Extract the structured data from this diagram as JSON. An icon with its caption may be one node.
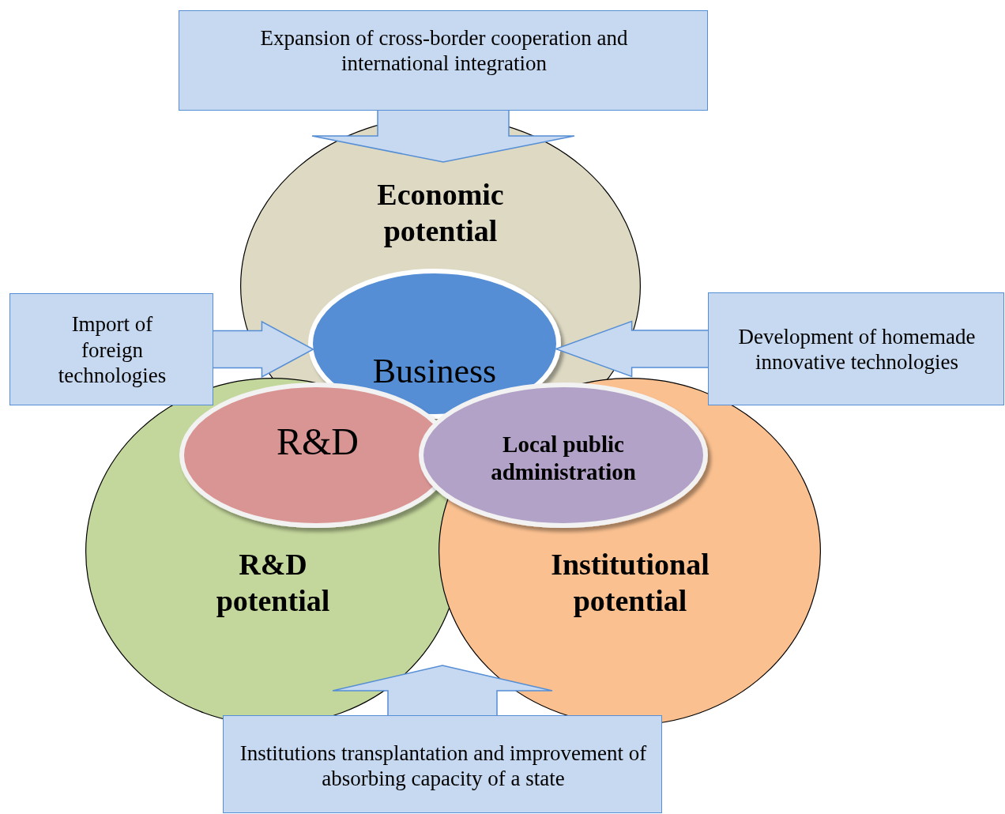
{
  "diagram": {
    "nodes": [
      {
        "text": [
          "Expansion of cross-border cooperation and international integration"
        ]
      },
      {
        "text": [
          "Economic potential"
        ]
      },
      {
        "text": [
          "Business"
        ],
        "in": 1
      },
      {
        "text": [
          "Import of foreign technologies"
        ]
      },
      {
        "text": [
          "Development of homemade innovative technologies"
        ]
      },
      {
        "text": [
          "R&D potential"
        ]
      },
      {
        "text": [
          "R&D"
        ],
        "in": 5
      },
      {
        "text": [
          "Local public administration"
        ]
      },
      {
        "text": [
          "Institutional potential"
        ]
      },
      {
        "text": [
          "Institutions transplantation and improvement of absorbing capacity of a state"
        ]
      }
    ],
    "edges": [
      {
        "from": 0,
        "to": 1,
        "arrow": "to"
      },
      {
        "from": 3,
        "to": 2,
        "arrow": "to"
      },
      {
        "from": 4,
        "to": 2,
        "arrow": "to"
      },
      {
        "from": 9,
        "to": null,
        "arrow": "to"
      }
    ]
  }
}
